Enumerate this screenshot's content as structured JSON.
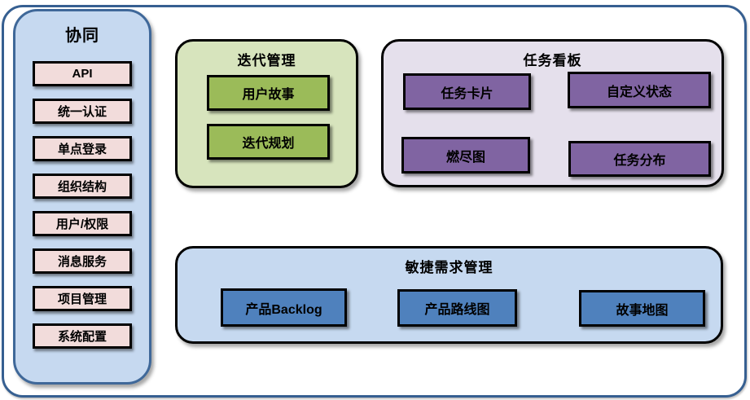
{
  "diagram": {
    "sidebar": {
      "title": "协同",
      "items": [
        "API",
        "统一认证",
        "单点登录",
        "组织结构",
        "用户/权限",
        "消息服务",
        "项目管理",
        "系统配置"
      ]
    },
    "iteration": {
      "title": "迭代管理",
      "items": [
        "用户故事",
        "迭代规划"
      ]
    },
    "kanban": {
      "title": "任务看板",
      "items": [
        "任务卡片",
        "自定义状态",
        "燃尽图",
        "任务分布"
      ]
    },
    "requirements": {
      "title": "敏捷需求管理",
      "items": [
        "产品Backlog",
        "产品路线图",
        "故事地图"
      ]
    }
  },
  "colors": {
    "outer_border": "#365f91",
    "sidebar_border": "#3f6899",
    "light_blue_fill": "#c6d9f0",
    "pink_fill": "#f2dcdb",
    "green_panel_fill": "#d7e4bd",
    "green_item_fill": "#9bbb59",
    "purple_panel_fill": "#e5e0ec",
    "purple_item_fill": "#8064a2",
    "blue_item_fill": "#4f81bd",
    "box_border": "#000000",
    "text": "#000000"
  }
}
